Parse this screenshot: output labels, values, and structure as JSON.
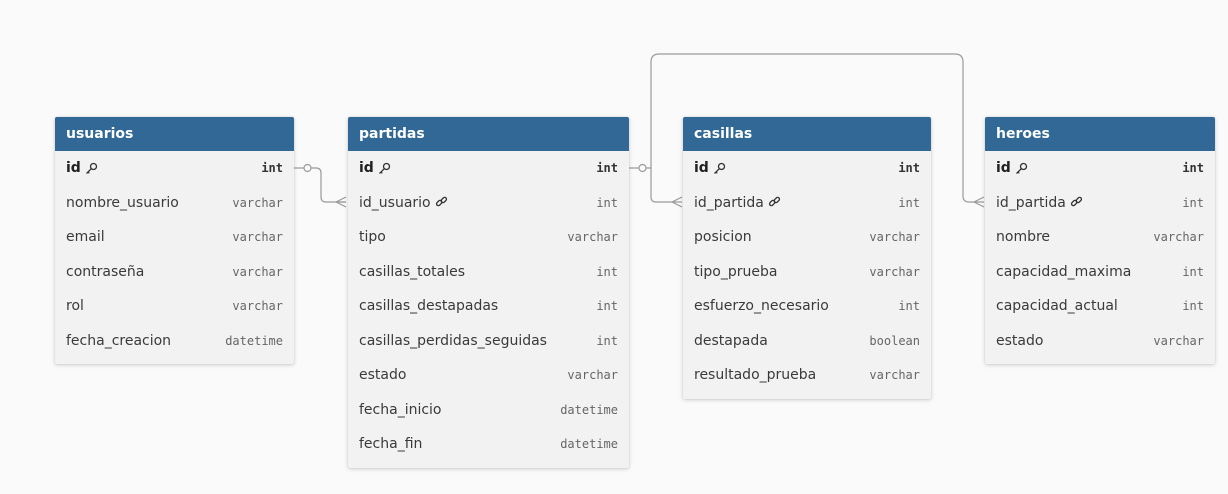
{
  "colors": {
    "header_bg": "#316896",
    "header_text": "#ffffff",
    "body_bg": "#f2f2f2",
    "link": "#9a9a9a",
    "canvas_bg": "#fafafa"
  },
  "tables": {
    "usuarios": {
      "name": "usuarios",
      "fields": [
        {
          "name": "id",
          "type": "int",
          "pk": true,
          "fk": false
        },
        {
          "name": "nombre_usuario",
          "type": "varchar",
          "pk": false,
          "fk": false
        },
        {
          "name": "email",
          "type": "varchar",
          "pk": false,
          "fk": false
        },
        {
          "name": "contraseña",
          "type": "varchar",
          "pk": false,
          "fk": false
        },
        {
          "name": "rol",
          "type": "varchar",
          "pk": false,
          "fk": false
        },
        {
          "name": "fecha_creacion",
          "type": "datetime",
          "pk": false,
          "fk": false
        }
      ]
    },
    "partidas": {
      "name": "partidas",
      "fields": [
        {
          "name": "id",
          "type": "int",
          "pk": true,
          "fk": false
        },
        {
          "name": "id_usuario",
          "type": "int",
          "pk": false,
          "fk": true
        },
        {
          "name": "tipo",
          "type": "varchar",
          "pk": false,
          "fk": false
        },
        {
          "name": "casillas_totales",
          "type": "int",
          "pk": false,
          "fk": false
        },
        {
          "name": "casillas_destapadas",
          "type": "int",
          "pk": false,
          "fk": false
        },
        {
          "name": "casillas_perdidas_seguidas",
          "type": "int",
          "pk": false,
          "fk": false
        },
        {
          "name": "estado",
          "type": "varchar",
          "pk": false,
          "fk": false
        },
        {
          "name": "fecha_inicio",
          "type": "datetime",
          "pk": false,
          "fk": false
        },
        {
          "name": "fecha_fin",
          "type": "datetime",
          "pk": false,
          "fk": false
        }
      ]
    },
    "casillas": {
      "name": "casillas",
      "fields": [
        {
          "name": "id",
          "type": "int",
          "pk": true,
          "fk": false
        },
        {
          "name": "id_partida",
          "type": "int",
          "pk": false,
          "fk": true
        },
        {
          "name": "posicion",
          "type": "varchar",
          "pk": false,
          "fk": false
        },
        {
          "name": "tipo_prueba",
          "type": "varchar",
          "pk": false,
          "fk": false
        },
        {
          "name": "esfuerzo_necesario",
          "type": "int",
          "pk": false,
          "fk": false
        },
        {
          "name": "destapada",
          "type": "boolean",
          "pk": false,
          "fk": false
        },
        {
          "name": "resultado_prueba",
          "type": "varchar",
          "pk": false,
          "fk": false
        }
      ]
    },
    "heroes": {
      "name": "heroes",
      "fields": [
        {
          "name": "id",
          "type": "int",
          "pk": true,
          "fk": false
        },
        {
          "name": "id_partida",
          "type": "int",
          "pk": false,
          "fk": true
        },
        {
          "name": "nombre",
          "type": "varchar",
          "pk": false,
          "fk": false
        },
        {
          "name": "capacidad_maxima",
          "type": "int",
          "pk": false,
          "fk": false
        },
        {
          "name": "capacidad_actual",
          "type": "int",
          "pk": false,
          "fk": false
        },
        {
          "name": "estado",
          "type": "varchar",
          "pk": false,
          "fk": false
        }
      ]
    }
  },
  "relationships": [
    {
      "from": "usuarios.id",
      "to": "partidas.id_usuario",
      "cardinality": "one-to-many"
    },
    {
      "from": "partidas.id",
      "to": "casillas.id_partida",
      "cardinality": "one-to-many"
    },
    {
      "from": "partidas.id",
      "to": "heroes.id_partida",
      "cardinality": "one-to-many"
    }
  ]
}
